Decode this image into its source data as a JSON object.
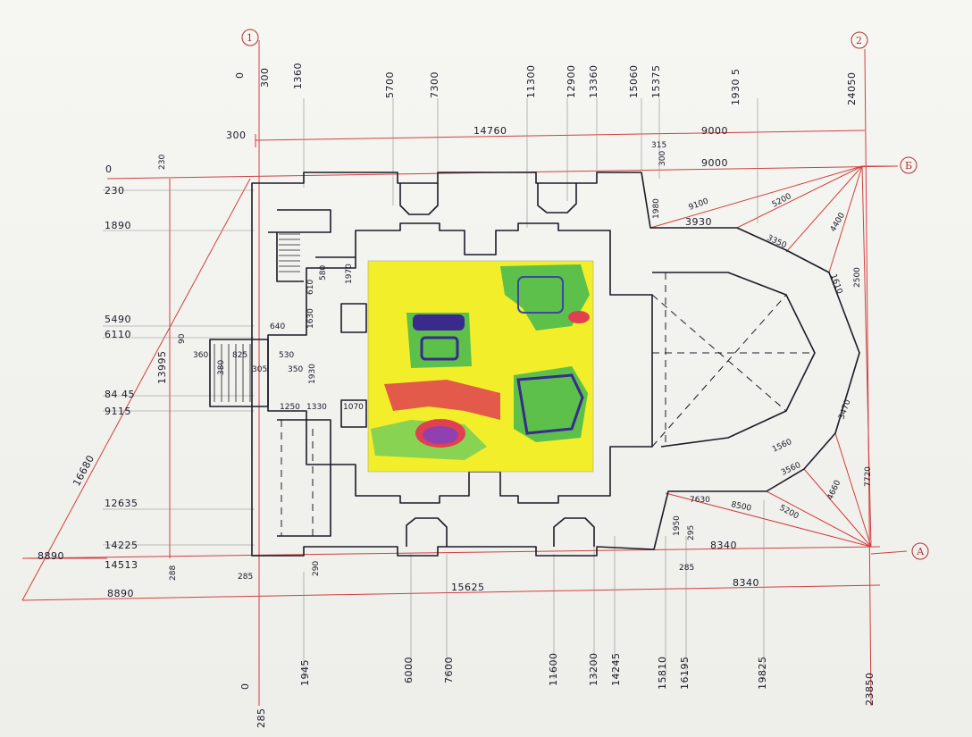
{
  "axes": {
    "one": "1",
    "two": "2",
    "A": "А",
    "B": "Б"
  },
  "colors": {
    "red": "#d04040",
    "ink": "#1b1b28",
    "heat_bg": "#f2ee2a",
    "heat_green": "#58c048",
    "heat_blue": "#3a2a8c",
    "heat_red": "#e04050",
    "heat_purple": "#9040b0"
  },
  "top_dims": {
    "t0": "0",
    "t300": "300",
    "t1360": "1360",
    "t5700": "5700",
    "t7300": "7300",
    "t11300": "11300",
    "t12900": "12900",
    "t13360": "13360",
    "t15060": "15060",
    "t15375": "15375",
    "t19305": "1930 5",
    "t24050": "24050"
  },
  "bottom_dims": {
    "b0": "0",
    "b285": "285",
    "b1945": "1945",
    "b6000": "6000",
    "b7600": "7600",
    "b11600": "11600",
    "b13200": "13200",
    "b14245": "14245",
    "b15810": "15810",
    "b16195": "16195",
    "b19825": "19825",
    "b23850": "23850"
  },
  "left_dims": {
    "l0": "0",
    "l230": "230",
    "l1890": "1890",
    "l5490": "5490",
    "l6110": "6110",
    "l8445": "84 45",
    "l9115": "9115",
    "l12635": "12635",
    "l14225": "14225",
    "l14513": "14513",
    "l8890a": "8890",
    "l8890b": "8890",
    "l13995": "13995",
    "l16680": "16680",
    "l230v": "230",
    "l288": "288",
    "l90": "90"
  },
  "plan_dims": {
    "d300": "300",
    "d14760": "14760",
    "d9000a": "9000",
    "d9000b": "9000",
    "d315": "315",
    "d300b": "300",
    "d1980": "1980",
    "d3930": "3930",
    "d9100": "9100",
    "d5200a": "5200",
    "d4400": "4400",
    "d3350": "3350",
    "d2500": "2500",
    "d1610": "1610",
    "d3470": "3470",
    "d1560": "1560",
    "d3560": "3560",
    "d4660": "4660",
    "d7720": "7720",
    "d5200b": "5200",
    "d8500": "8500",
    "d7630": "7630",
    "d1950": "1950",
    "d295": "295",
    "d8340a": "8340",
    "d8340b": "8340",
    "d285a": "285",
    "d285b": "285",
    "d290": "290",
    "d15625": "15625",
    "d1970": "1970",
    "d580": "580",
    "d610": "610",
    "d1630": "1630",
    "d640": "640",
    "d360": "360",
    "d380": "380",
    "d825": "825",
    "d305": "305",
    "d530": "530",
    "d350": "350",
    "d1930": "1930",
    "d1250": "1250",
    "d1330": "1330",
    "d1070": "1070"
  }
}
